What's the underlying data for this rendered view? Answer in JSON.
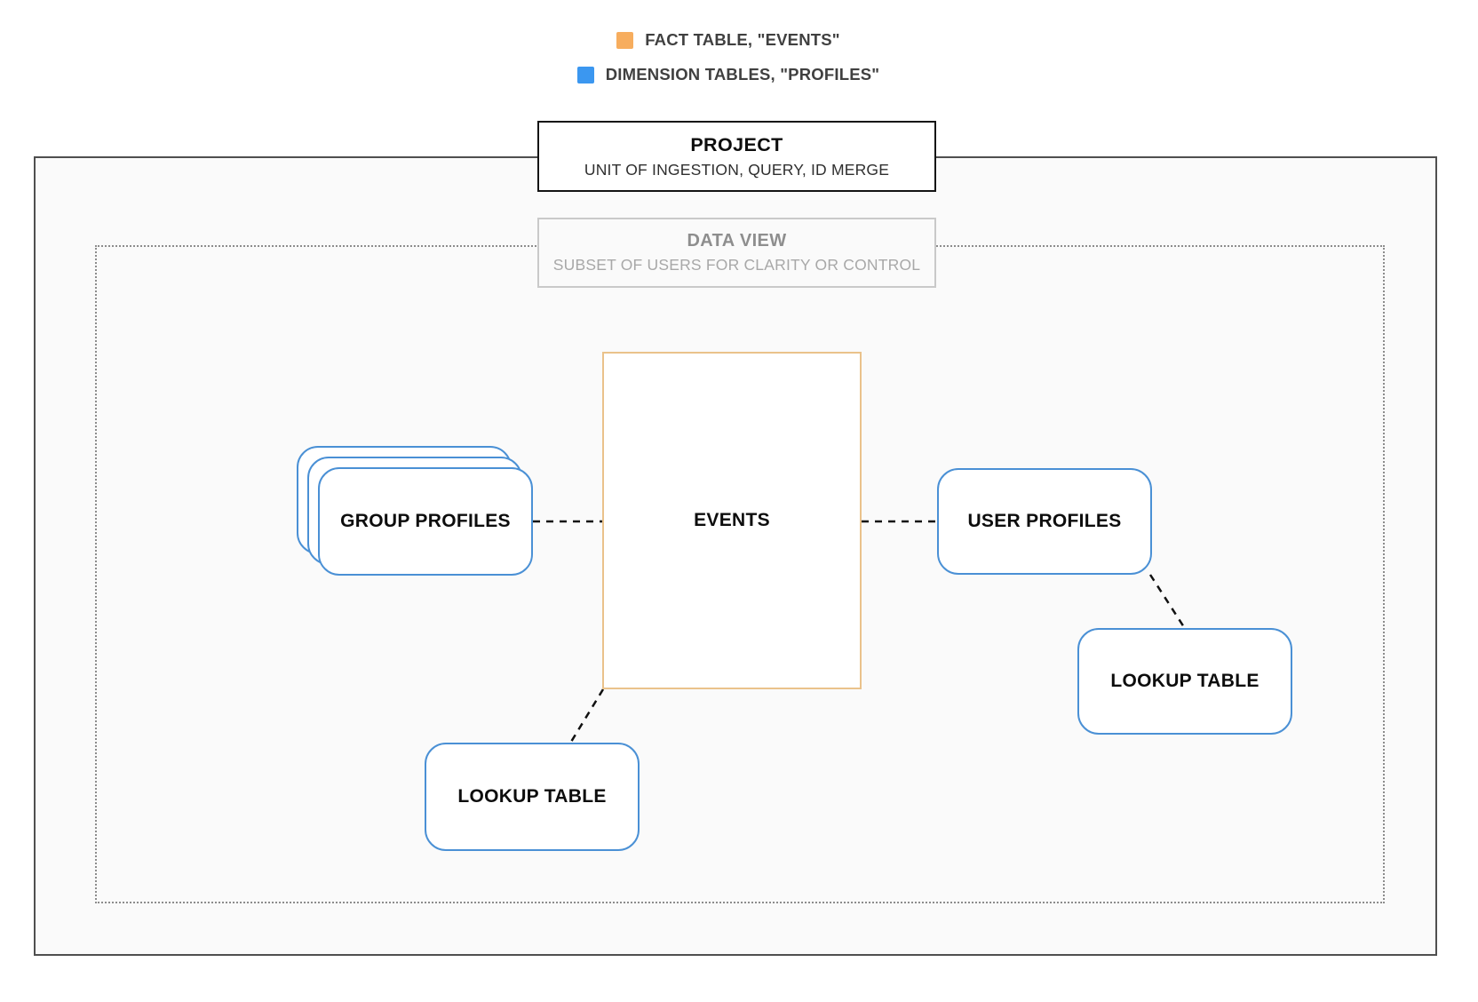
{
  "legend": {
    "items": [
      {
        "name": "fact-table",
        "label": "FACT TABLE, \"EVENTS\"",
        "color": "#f7ad5e"
      },
      {
        "name": "dimension-tables",
        "label": "DIMENSION TABLES, \"PROFILES\"",
        "color": "#3b97f0"
      }
    ]
  },
  "project": {
    "title": "PROJECT",
    "subtitle": "UNIT OF INGESTION, QUERY, ID MERGE"
  },
  "data_view": {
    "title": "DATA VIEW",
    "subtitle": "SUBSET OF USERS FOR CLARITY OR CONTROL"
  },
  "nodes": {
    "events": {
      "label": "EVENTS",
      "type": "fact"
    },
    "group_profiles": {
      "label": "GROUP PROFILES",
      "type": "dimension",
      "stacked": true
    },
    "user_profiles": {
      "label": "USER PROFILES",
      "type": "dimension"
    },
    "lookup_left": {
      "label": "LOOKUP TABLE",
      "type": "dimension"
    },
    "lookup_right": {
      "label": "LOOKUP TABLE",
      "type": "dimension"
    }
  },
  "edges": [
    {
      "from": "group_profiles",
      "to": "events",
      "style": "dashed"
    },
    {
      "from": "events",
      "to": "user_profiles",
      "style": "dashed"
    },
    {
      "from": "events",
      "to": "lookup_left",
      "style": "dashed"
    },
    {
      "from": "user_profiles",
      "to": "lookup_right",
      "style": "dashed"
    }
  ],
  "colors": {
    "fact_border": "#eac28b",
    "dimension_border": "#4a90d5",
    "project_border": "#4f4f4f",
    "project_background": "#fafafa",
    "dataview_border_dotted": "#8c8c8c",
    "connector": "#111111",
    "legend_text": "#404040"
  }
}
